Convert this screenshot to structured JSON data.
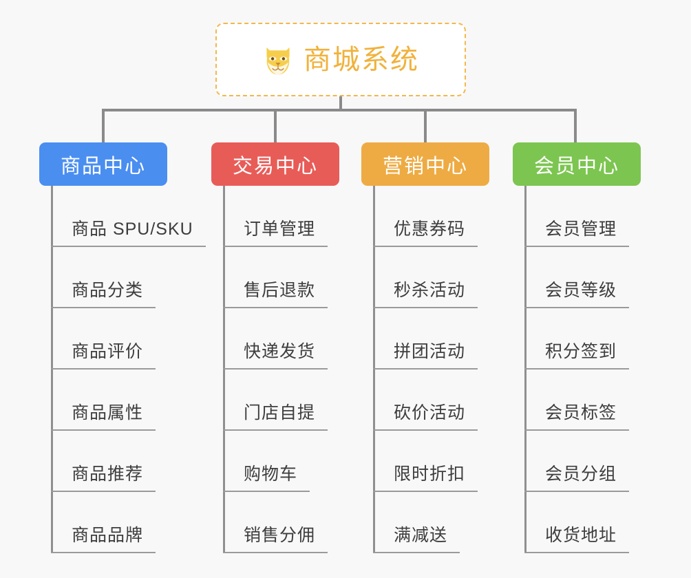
{
  "background_color": "#f8f8f8",
  "root": {
    "title": "商城系统",
    "icon": "shiba-dog-face-icon",
    "text_color": "#f0b23c",
    "border_color": "#f2b84b",
    "background": "#ffffff"
  },
  "columns": [
    {
      "header": "商品中心",
      "color": "#4a8ef0",
      "items": [
        "商品 SPU/SKU",
        "商品分类",
        "商品评价",
        "商品属性",
        "商品推荐",
        "商品品牌"
      ]
    },
    {
      "header": "交易中心",
      "color": "#e85c58",
      "items": [
        "订单管理",
        "售后退款",
        "快递发货",
        "门店自提",
        "购物车",
        "销售分佣"
      ]
    },
    {
      "header": "营销中心",
      "color": "#eeab43",
      "items": [
        "优惠券码",
        "秒杀活动",
        "拼团活动",
        "砍价活动",
        "限时折扣",
        "满减送"
      ]
    },
    {
      "header": "会员中心",
      "color": "#7cc551",
      "items": [
        "会员管理",
        "会员等级",
        "积分签到",
        "会员标签",
        "会员分组",
        "收货地址"
      ]
    }
  ]
}
